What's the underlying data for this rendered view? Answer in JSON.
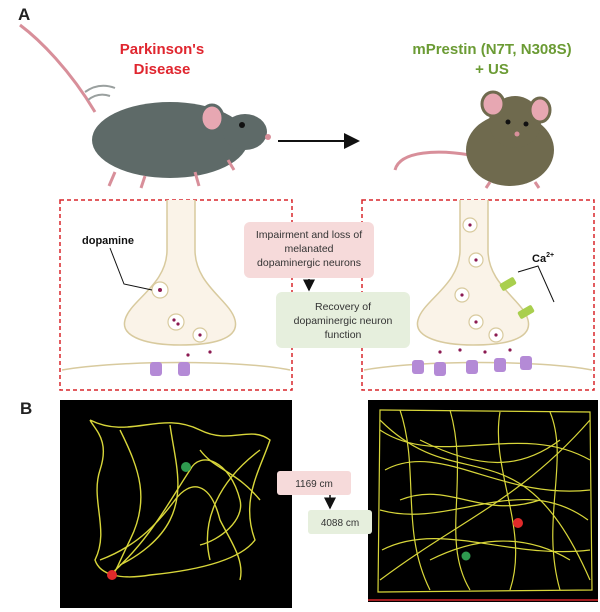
{
  "panel_a": {
    "label": "A",
    "left_condition": [
      "Parkinson's",
      "Disease"
    ],
    "right_condition": [
      "mPrestin (N7T, N308S)",
      "+ US"
    ],
    "dopamine_label": "dopamine",
    "calcium_label": "Ca",
    "calcium_superscript": "2+",
    "impairment_box": [
      "Impairment and loss of",
      "melanated",
      "dopaminergic neurons"
    ],
    "recovery_box": [
      "Recovery of",
      "dopaminergic neuron",
      "function"
    ]
  },
  "panel_b": {
    "label": "B",
    "left_distance": "1169 cm",
    "right_distance": "4088 cm"
  },
  "colors": {
    "red_text": "#e0262f",
    "green_text": "#6b9b34",
    "pink_box": "#f6dada",
    "green_box": "#e6efdd",
    "track_yellow": "#d8d63a",
    "dashed_red": "#d8262b"
  }
}
